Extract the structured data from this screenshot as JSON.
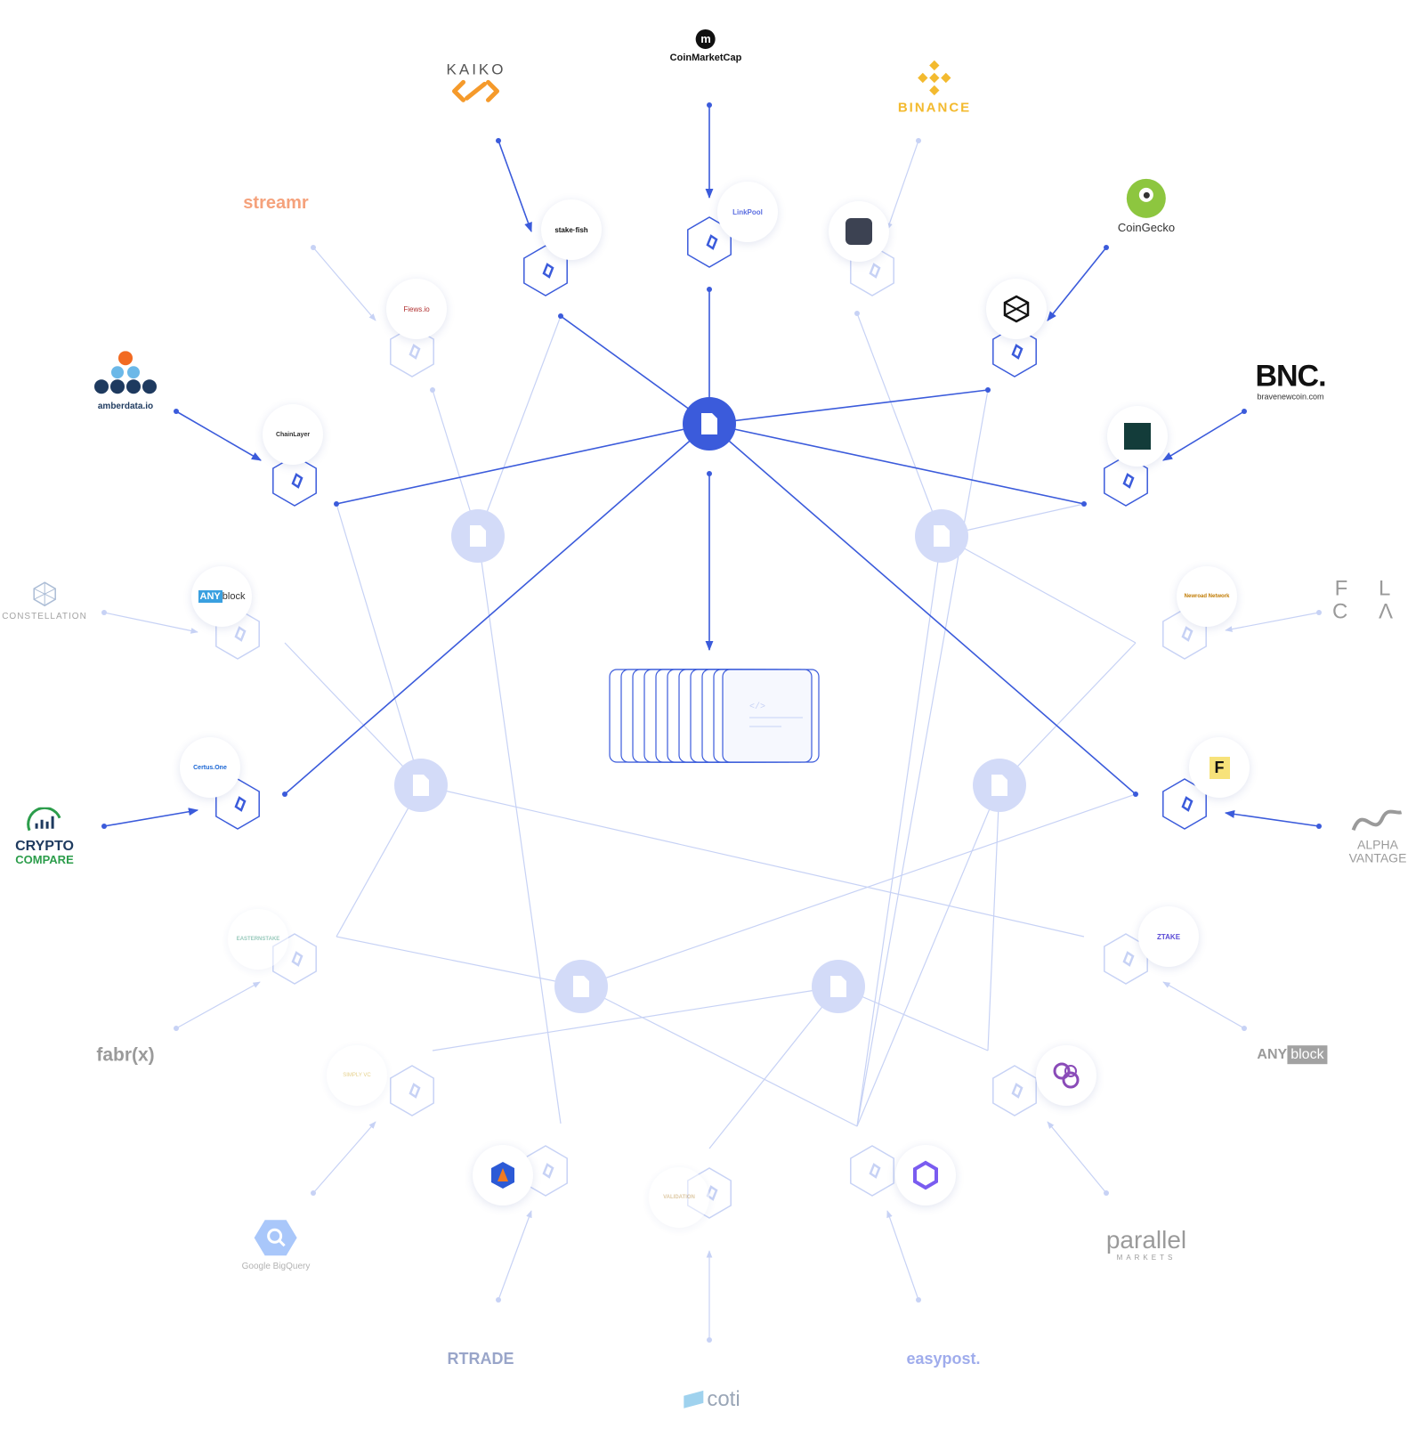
{
  "colors": {
    "active": "#3b5bdb",
    "inactive": "#c7d2f5",
    "hub": "#3b5bdb",
    "hub_inactive": "#d3dbf8"
  },
  "providers": {
    "coinmarketcap": "CoinMarketCap",
    "kaiko": "KAIKO",
    "binance": "BINANCE",
    "streamr": "streamr",
    "coingecko": "CoinGecko",
    "amberdata": "amberdata.io",
    "bnc": "BNC.",
    "bnc_sub": "bravenewcoin.com",
    "constellation": "CONSTELLATION",
    "flca_1": "F L",
    "flca_2": "C Λ",
    "cryptocompare_1": "CRYPTO",
    "cryptocompare_2": "COMPARE",
    "alphavantage_1": "ALPHA",
    "alphavantage_2": "VANTAGE",
    "fabrx": "fabr(x)",
    "anyblock_1": "ANY",
    "anyblock_2": "block",
    "bigquery": "Google BigQuery",
    "parallel": "parallel",
    "parallel_sub": "MARKETS",
    "rtrade": "RTRADE",
    "easypost": "easypost.",
    "coti": "coti"
  },
  "node_operators": {
    "stakefish": "stake·fish",
    "linkpool": "LinkPool",
    "fiews": "Fiews.io",
    "chainlayer": "ChainLayer",
    "anyblock_analytics_1": "ANY",
    "anyblock_analytics_2": "block",
    "certus": "Certus.One",
    "newroad": "Newroad Network",
    "fiveelements": "F",
    "ztake": "ZTAKE",
    "simplyvc": "SIMPLY VC",
    "validation": "VALIDATION",
    "easternstake": "EASTERNSTAKE"
  }
}
